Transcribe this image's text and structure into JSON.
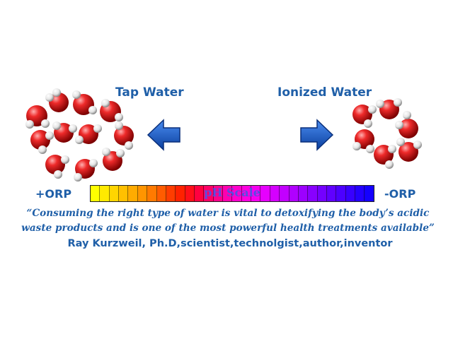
{
  "tap_water": {
    "title": "Tap Water"
  },
  "ionized_water": {
    "title": "Ionized Water"
  },
  "scale": {
    "label": "pH Scale",
    "left_label": "+ORP",
    "right_label": "-ORP",
    "colors": [
      "#ffff00",
      "#ffea00",
      "#ffd500",
      "#ffc000",
      "#ffab00",
      "#ff9500",
      "#ff7a00",
      "#ff5c00",
      "#ff3d00",
      "#ff2200",
      "#ff0f1a",
      "#ff0040",
      "#ff0066",
      "#ff008c",
      "#ff00b0",
      "#ff00cc",
      "#ff00e0",
      "#f500f0",
      "#e600ff",
      "#d400ff",
      "#c200ff",
      "#b000ff",
      "#9c00ff",
      "#8800ff",
      "#7400ff",
      "#6000ff",
      "#4c00ff",
      "#3800ff",
      "#2400ff",
      "#1400ff"
    ]
  },
  "colors": {
    "text_blue": "#1f5fa8",
    "oxygen": "#e02020",
    "hydrogen": "#f0f0f0",
    "arrow": "#1a5cc8"
  },
  "quote": {
    "line1": "“Consuming the right type of water is vital to detoxifying the body’s acidic",
    "line2": "waste products and is one of the most powerful health treatments available”",
    "author": "Ray Kurzweil, Ph.D,scientist,technolgist,author,inventor"
  }
}
